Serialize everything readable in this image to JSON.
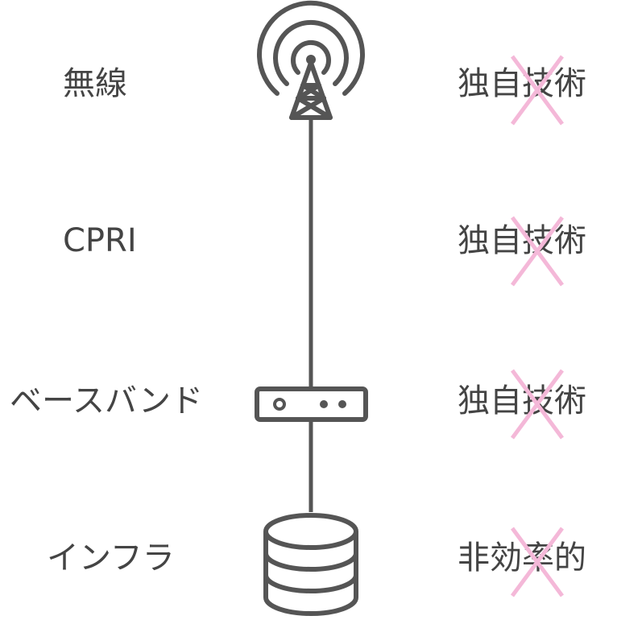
{
  "rows": [
    {
      "left": "無線",
      "right": "独自技術",
      "icon": "radio-tower-icon"
    },
    {
      "left": "CPRI",
      "right": "独自技術",
      "icon": ""
    },
    {
      "left": "ベースバンド",
      "right": "独自技術",
      "icon": "baseband-unit-icon"
    },
    {
      "left": "インフラ",
      "right": "非効率的",
      "icon": "database-icon"
    }
  ],
  "colors": {
    "ink": "#444444",
    "cross": "#f4b8d8"
  }
}
